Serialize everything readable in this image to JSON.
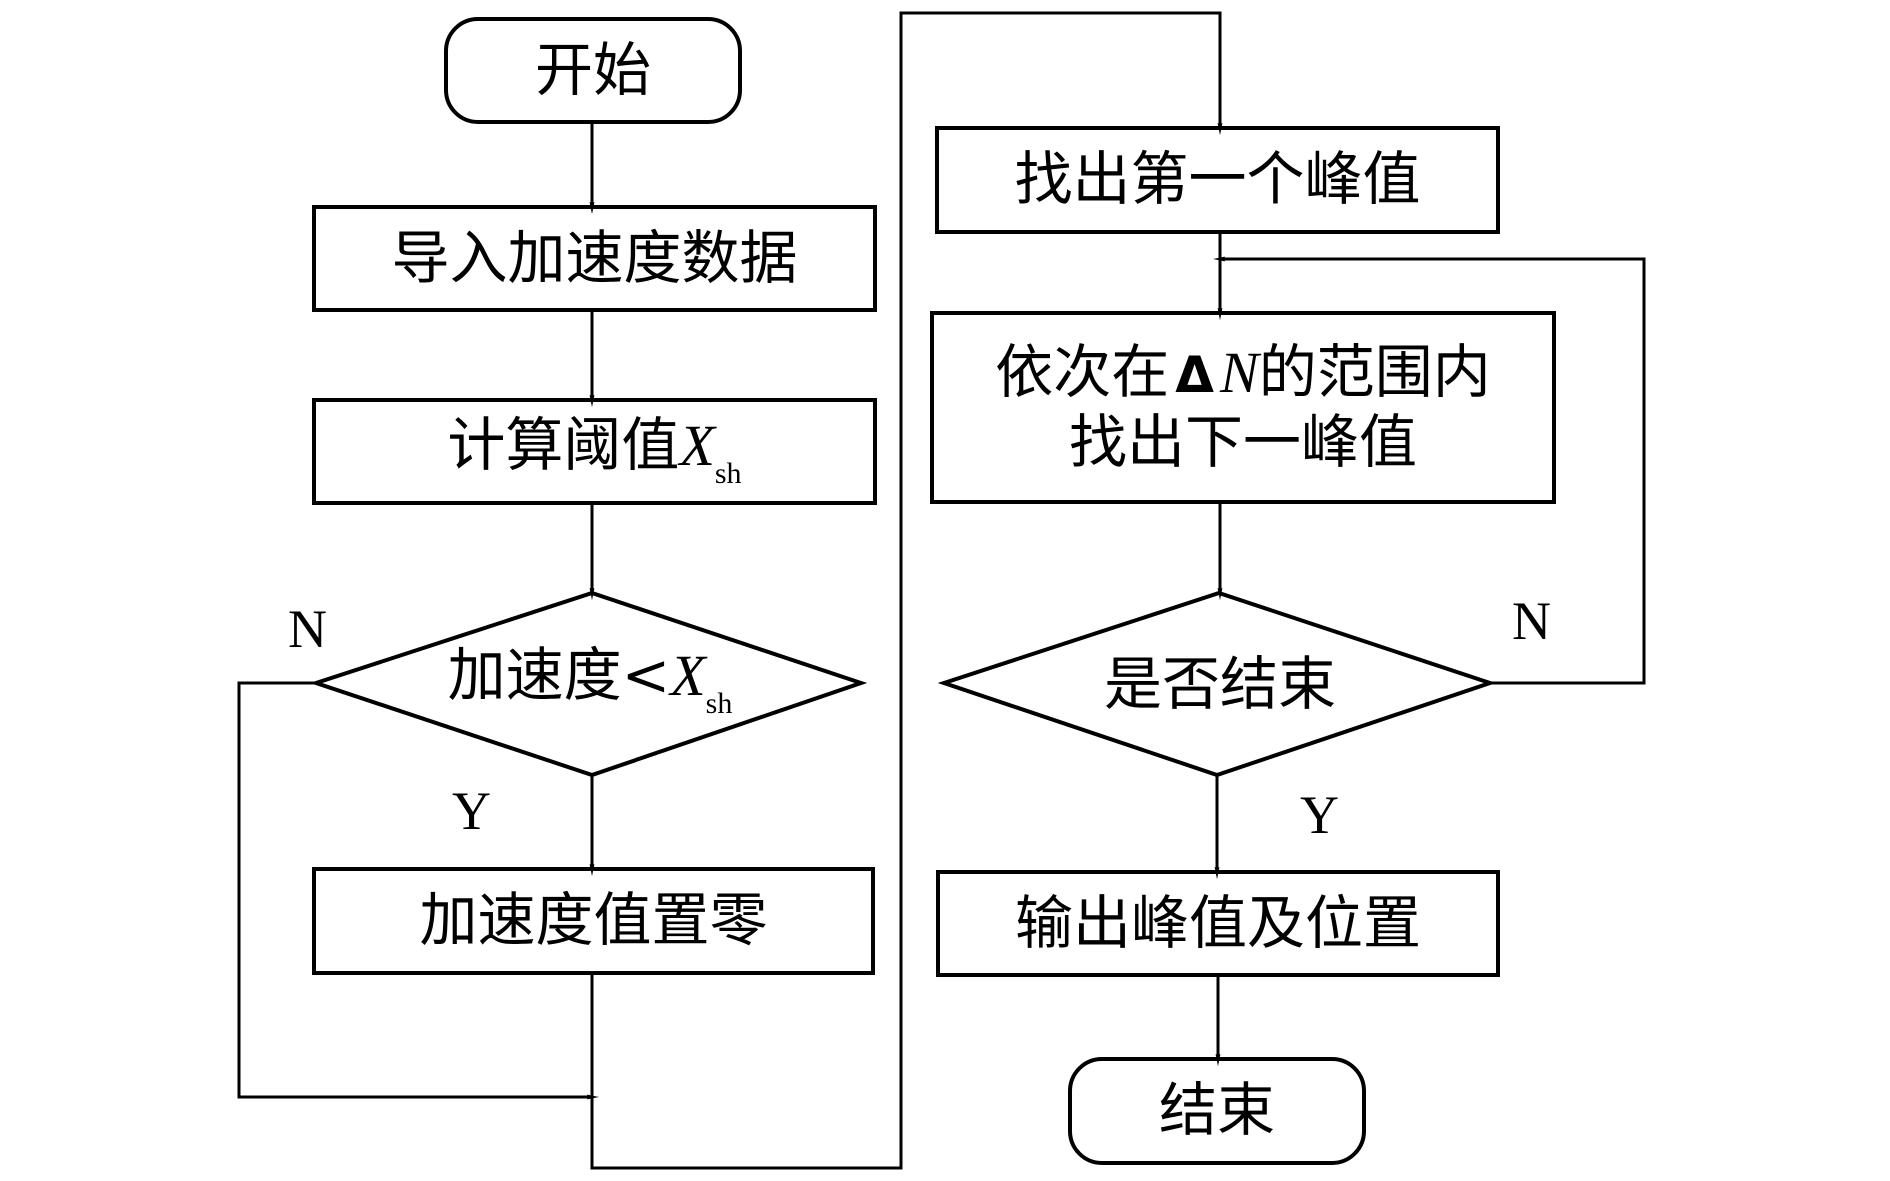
{
  "diagram": {
    "type": "flowchart",
    "colors": {
      "stroke": "#000000",
      "background": "#ffffff"
    },
    "nodes": {
      "start": {
        "label": "开始",
        "shape": "terminator"
      },
      "import_data": {
        "label": "导入加速度数据",
        "shape": "process"
      },
      "calc_threshold": {
        "label_prefix": "计算阈值",
        "var": "X",
        "sub": "sh",
        "shape": "process"
      },
      "decision_threshold": {
        "label_prefix": "加速度<",
        "var": "X",
        "sub": "sh",
        "shape": "decision"
      },
      "set_zero": {
        "label": "加速度值置零",
        "shape": "process"
      },
      "find_first_peak": {
        "label": "找出第一个峰值",
        "shape": "process"
      },
      "find_next_peak": {
        "line1_prefix": "依次在",
        "delta": "Δ",
        "var": "N",
        "line1_suffix": "的范围内",
        "line2": "找出下一峰值",
        "shape": "process"
      },
      "decision_end": {
        "label": "是否结束",
        "shape": "decision"
      },
      "output_peaks": {
        "label": "输出峰值及位置",
        "shape": "process"
      },
      "end": {
        "label": "结束",
        "shape": "terminator"
      }
    },
    "branch_labels": {
      "decision_threshold_no": "N",
      "decision_threshold_yes": "Y",
      "decision_end_no": "N",
      "decision_end_yes": "Y"
    },
    "edges": [
      {
        "from": "start",
        "to": "import_data"
      },
      {
        "from": "import_data",
        "to": "calc_threshold"
      },
      {
        "from": "calc_threshold",
        "to": "decision_threshold"
      },
      {
        "from": "decision_threshold",
        "to": "set_zero",
        "label": "Y"
      },
      {
        "from": "decision_threshold",
        "to": "merge",
        "label": "N"
      },
      {
        "from": "set_zero",
        "to": "find_first_peak"
      },
      {
        "from": "find_first_peak",
        "to": "find_next_peak"
      },
      {
        "from": "find_next_peak",
        "to": "decision_end"
      },
      {
        "from": "decision_end",
        "to": "find_next_peak",
        "label": "N"
      },
      {
        "from": "decision_end",
        "to": "output_peaks",
        "label": "Y"
      },
      {
        "from": "output_peaks",
        "to": "end"
      }
    ]
  }
}
